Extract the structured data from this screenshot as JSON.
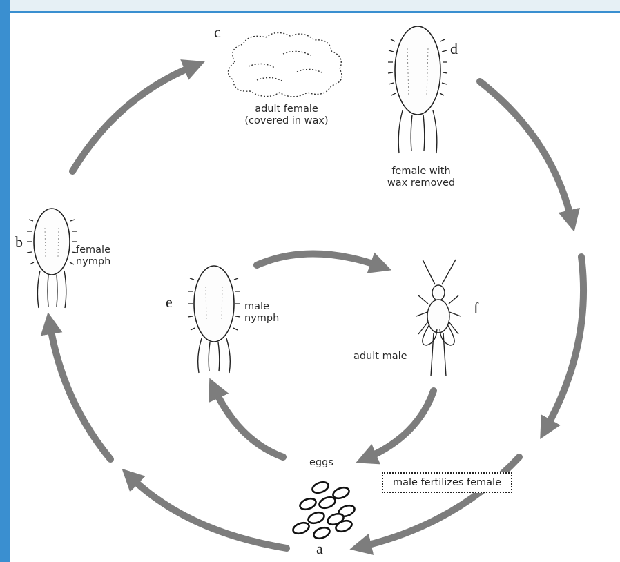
{
  "stages": {
    "a": "a",
    "b": "b",
    "c": "c",
    "d": "d",
    "e": "e",
    "f": "f"
  },
  "labels": {
    "c_line1": "adult female",
    "c_line2": "(covered in wax)",
    "d_line1": "female with",
    "d_line2": "wax removed",
    "b_line1": "female",
    "b_line2": "nymph",
    "e_line1": "male",
    "e_line2": "nymph",
    "f": "adult male",
    "a": "eggs",
    "fertilization": "male fertilizes female"
  },
  "colors": {
    "arrow": "#7d7d7d",
    "frame": "#3a8fd0",
    "ink": "#222222"
  }
}
